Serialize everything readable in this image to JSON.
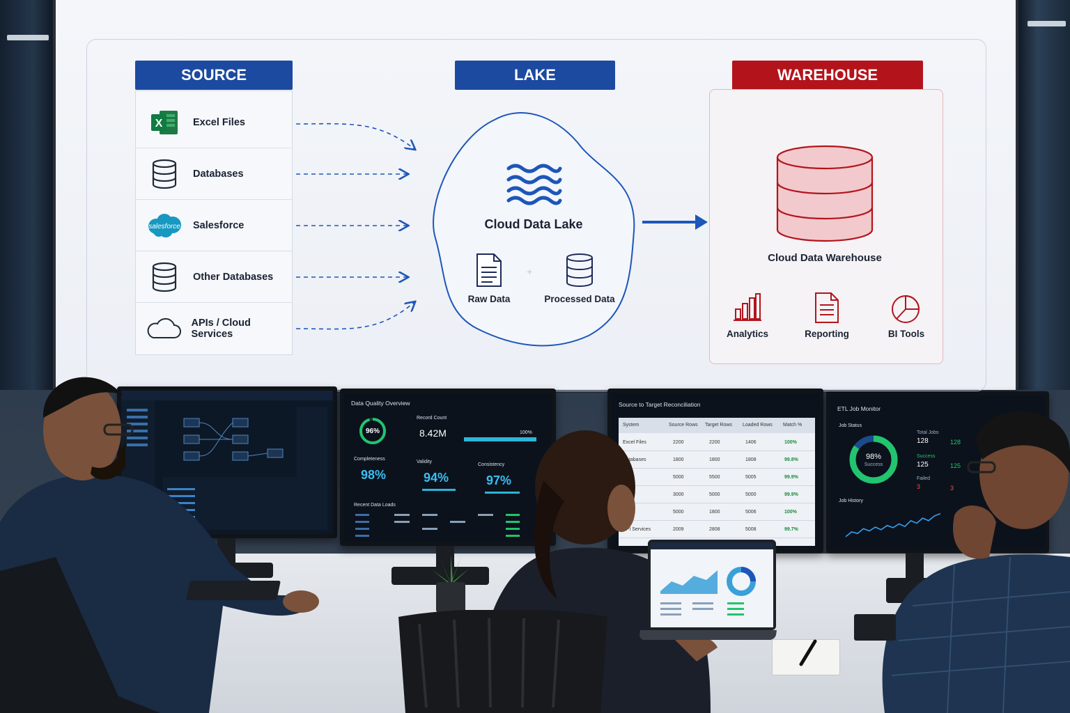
{
  "board": {
    "sections": {
      "source": "SOURCE",
      "lake": "LAKE",
      "warehouse": "WAREHOUSE"
    },
    "sources": [
      {
        "label": "Excel Files",
        "icon": "excel-icon"
      },
      {
        "label": "Databases",
        "icon": "database-icon"
      },
      {
        "label": "Salesforce",
        "icon": "salesforce-icon"
      },
      {
        "label": "Other Databases",
        "icon": "database-icon"
      },
      {
        "label": "APIs / Cloud Services",
        "icon": "cloud-icon"
      }
    ],
    "salesforce_logo_text": "salesforce",
    "lake": {
      "title": "Cloud Data Lake",
      "raw": "Raw Data",
      "processed": "Processed Data"
    },
    "warehouse": {
      "title": "Cloud Data Warehouse",
      "analytics": "Analytics",
      "reporting": "Reporting",
      "bi": "BI Tools"
    },
    "colors": {
      "blue": "#1b4aa0",
      "red": "#b3141c",
      "arrow_blue": "#1d56b8"
    }
  },
  "monitors": {
    "quality": {
      "title": "Data Quality Overview",
      "score": "96%",
      "record_count_label": "Record Count",
      "record_count": "8.42M",
      "record_pct": "100%",
      "completeness_label": "Completeness",
      "completeness": "98%",
      "validity_label": "Validity",
      "validity": "94%",
      "consistency_label": "Consistency",
      "consistency": "97%",
      "recent_loads": "Recent Data Loads"
    },
    "recon": {
      "title": "Source to Target Reconciliation",
      "headers": [
        "System",
        "Source Rows",
        "Target Rows",
        "Loaded Rows",
        "Match %"
      ],
      "rows": [
        {
          "name": "Excel Files",
          "a": "2200",
          "b": "2200",
          "c": "1406",
          "m": "100%"
        },
        {
          "name": "Databases",
          "a": "1800",
          "b": "1800",
          "c": "1808",
          "m": "99.8%"
        },
        {
          "name": "",
          "a": "5000",
          "b": "5500",
          "c": "5005",
          "m": "99.9%"
        },
        {
          "name": "",
          "a": "3000",
          "b": "5000",
          "c": "5000",
          "m": "99.9%"
        },
        {
          "name": "",
          "a": "5000",
          "b": "1800",
          "c": "5006",
          "m": "100%"
        },
        {
          "name": "API Services",
          "a": "2009",
          "b": "2808",
          "c": "5008",
          "m": "99.7%"
        }
      ]
    },
    "etl": {
      "title": "ETL Job Monitor",
      "status_label": "Job Status",
      "success_pct": "98%",
      "success_label": "Success",
      "total_label": "Total Jobs",
      "total_a": "128",
      "total_b": "128",
      "succ_label": "Success",
      "succ_a": "125",
      "succ_b": "125",
      "failed_label": "Failed",
      "failed_a": "3",
      "failed_b": "3",
      "history_label": "Job History",
      "history": [
        0.2,
        0.35,
        0.3,
        0.45,
        0.38,
        0.5,
        0.42,
        0.55,
        0.48,
        0.6,
        0.52,
        0.7,
        0.62,
        0.78,
        0.7,
        0.85,
        0.92
      ]
    }
  }
}
